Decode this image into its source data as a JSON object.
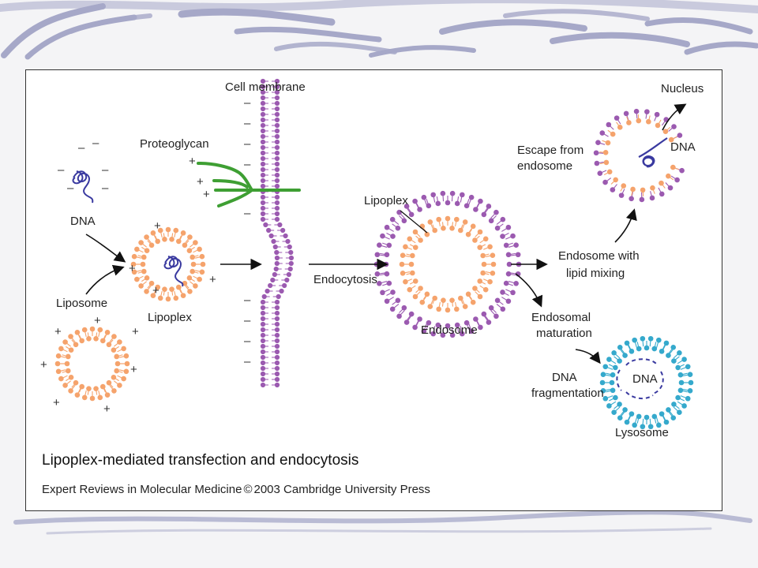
{
  "colors": {
    "orange": "#f5a36c",
    "purple": "#9b5ab0",
    "dna": "#3a3aa0",
    "cyan": "#35a9cc",
    "green": "#3e9f33",
    "background": "#f4f4f6",
    "swoosh": "#a6a8c8"
  },
  "labels": {
    "cell_membrane": "Cell membrane",
    "proteoglycan": "Proteoglycan",
    "dna": "DNA",
    "liposome": "Liposome",
    "lipoplex_left": "Lipoplex",
    "lipoplex_endo": "Lipoplex",
    "endocytosis": "Endocytosis",
    "endosome": "Endosome",
    "nucleus": "Nucleus",
    "escape_line1": "Escape from",
    "escape_line2": "endosome",
    "dna_escape": "DNA",
    "mixing_line1": "Endosome with",
    "mixing_line2": "lipid mixing",
    "maturation_line1": "Endosomal",
    "maturation_line2": "maturation",
    "fragmentation_line1": "DNA",
    "fragmentation_line2": "fragmentation",
    "dna_lysosome": "DNA",
    "lysosome": "Lysosome",
    "plus": "+",
    "minus": "–"
  },
  "caption": {
    "title": "Lipoplex-mediated transfection and endocytosis",
    "credit": "Expert Reviews in Molecular Medicine",
    "copyright": "©",
    "credit2": "2003 Cambridge University Press"
  }
}
